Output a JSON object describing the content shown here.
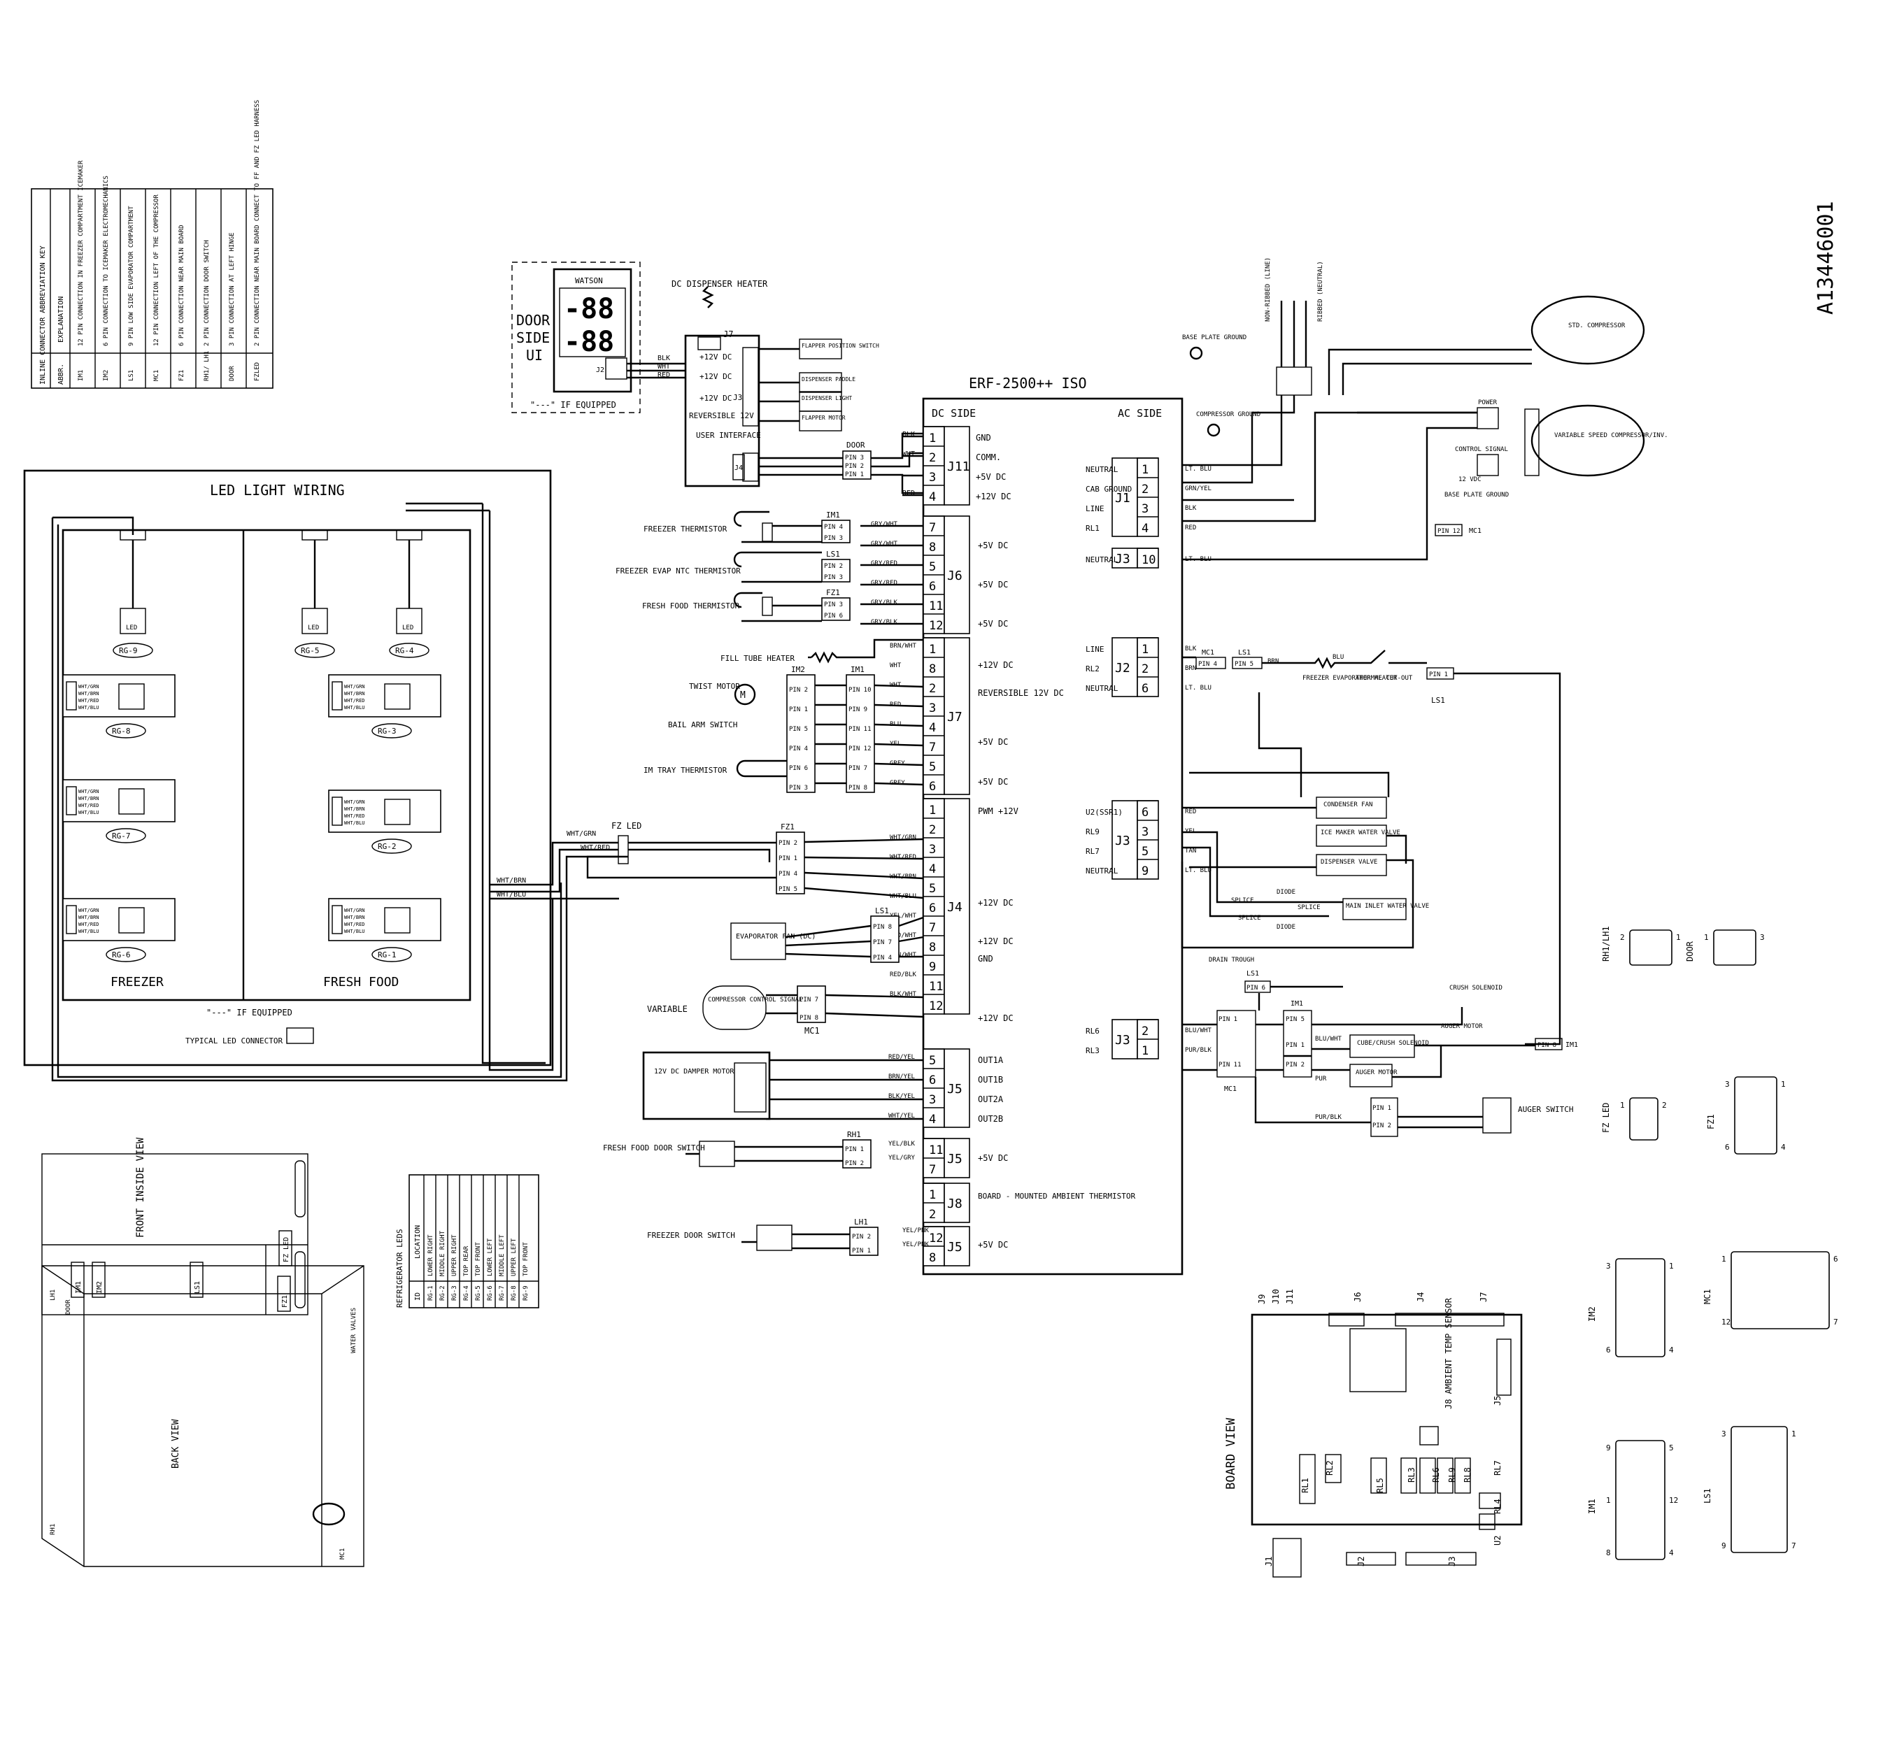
{
  "drawing_number": "A13446001",
  "board": {
    "title": "ERF-2500++ ISO",
    "dc_side": "DC SIDE",
    "ac_side": "AC SIDE",
    "j11": {
      "id": "J11",
      "pins": [
        {
          "n": "1",
          "label": "GND",
          "wire": "BLK"
        },
        {
          "n": "2",
          "label": "COMM.",
          "wire": "WHT"
        },
        {
          "n": "3",
          "label": "+5V DC",
          "wire": ""
        },
        {
          "n": "4",
          "label": "+12V DC",
          "wire": "RED"
        }
      ]
    },
    "j6": {
      "id": "J6",
      "pins": [
        {
          "n": "7",
          "wire": "GRY/WHT"
        },
        {
          "n": "8",
          "wire": "GRY/WHT"
        },
        {
          "n": "5",
          "wire": "GRY/RED"
        },
        {
          "n": "6",
          "wire": "GRY/RED"
        },
        {
          "n": "11",
          "wire": "GRY/BLK"
        },
        {
          "n": "12",
          "wire": "GRY/BLK"
        }
      ],
      "labels": [
        "+5V DC",
        "+5V DC",
        "+5V DC"
      ]
    },
    "j7": {
      "id": "J7",
      "pins": [
        "1",
        "8",
        "2",
        "3",
        "4",
        "7",
        "5",
        "6"
      ],
      "labels": [
        "+12V DC",
        "REVERSIBLE 12V DC",
        "+5V DC",
        "+5V DC"
      ],
      "wires": [
        "BRN/WHT",
        "WHT",
        "WHT",
        "RED",
        "BLU",
        "YEL",
        "GREY",
        "GREY"
      ]
    },
    "j4": {
      "id": "J4",
      "pins": [
        "1",
        "2",
        "3",
        "4",
        "5",
        "6",
        "7",
        "8",
        "9",
        "11",
        "12"
      ],
      "labels": [
        "PWM +12V",
        "+12V DC",
        "+12V DC",
        "GND",
        "+12V DC"
      ],
      "wires": [
        "WHT/GRN",
        "WHT/RED",
        "WHT/BRN",
        "WHT/BLU",
        "YEL/WHT",
        "RED/WHT",
        "BRN/WHT",
        "RED/BLK",
        "BLK/WHT"
      ]
    },
    "j5a": {
      "id": "J5",
      "pins": [
        "5",
        "6",
        "3",
        "4"
      ],
      "labels": [
        "OUT1A",
        "OUT1B",
        "OUT2A",
        "OUT2B"
      ],
      "wires": [
        "RED/YEL",
        "BRN/YEL",
        "BLK/YEL",
        "WHT/YEL"
      ]
    },
    "j5b": {
      "id": "J5",
      "pins": [
        "11",
        "7"
      ],
      "label": "+5V DC",
      "wires": [
        "YEL/BLK",
        "YEL/GRY"
      ]
    },
    "j8": {
      "id": "J8",
      "pins": [
        "1",
        "2"
      ],
      "label": "BOARD - MOUNTED AMBIENT THERMISTOR"
    },
    "j5c": {
      "id": "J5",
      "pins": [
        "12",
        "8"
      ],
      "label": "+5V DC",
      "wires": [
        "YEL/PNK",
        "YEL/PNK"
      ]
    },
    "j1": {
      "id": "J1",
      "pins": [
        "1",
        "2",
        "3",
        "4"
      ],
      "labels": [
        "NEUTRAL",
        "CAB GROUND",
        "LINE",
        "RL1"
      ],
      "wires": [
        "LT. BLU",
        "GRN/YEL",
        "BLK",
        "RED"
      ]
    },
    "j3a": {
      "id": "J3",
      "pins": [
        "10"
      ],
      "labels": [
        "NEUTRAL"
      ],
      "wires": [
        "LT. BLU"
      ]
    },
    "j2": {
      "id": "J2",
      "pins": [
        "1",
        "2",
        "6"
      ],
      "labels": [
        "LINE",
        "RL2",
        "NEUTRAL"
      ],
      "wires": [
        "BLK",
        "BRN",
        "LT. BLU"
      ]
    },
    "j3b": {
      "id": "J3",
      "pins": [
        "6",
        "3",
        "5",
        "9"
      ],
      "labels": [
        "U2(SSR1)",
        "RL9",
        "RL7",
        "NEUTRAL"
      ],
      "wires": [
        "RED",
        "YEL",
        "TAN",
        "LT. BLU"
      ]
    },
    "j3c": {
      "id": "J3",
      "pins": [
        "2",
        "1"
      ],
      "labels": [
        "RL6",
        "RL3"
      ],
      "wires": [
        "BLU/WHT",
        "PUR/BLK"
      ]
    }
  },
  "abbreviation_key": {
    "title": "INLINE CONNECTOR ABBREVIATION KEY",
    "headers": [
      "ABBR.",
      "EXPLANATION"
    ],
    "rows": [
      [
        "IM1",
        "12 PIN CONNECTION IN FREEZER COMPARTMENT ICEMAKER"
      ],
      [
        "IM2",
        "6 PIN CONNECTION TO ICEMAKER ELECTROMECHANICS"
      ],
      [
        "LS1",
        "9 PIN LOW SIDE EVAPORATOR COMPARTMENT"
      ],
      [
        "MC1",
        "12 PIN CONNECTION LEFT OF THE COMPRESSOR"
      ],
      [
        "FZ1",
        "6 PIN CONNECTION NEAR MAIN BOARD"
      ],
      [
        "RH1/ LH1",
        "2 PIN CONNECTION DOOR SWITCH"
      ],
      [
        "DOOR",
        "3 PIN CONNECTION AT LEFT HINGE"
      ],
      [
        "FZLED",
        "2 PIN CONNECTION NEAR MAIN BOARD CONNECT TO FF AND FZ LED HARNESS"
      ]
    ]
  },
  "door_ui": {
    "title": "DOOR SIDE UI",
    "brand": "WATSON",
    "digits1": "-88",
    "digits2": "-88",
    "connector": "J2",
    "note": "\"---\" IF EQUIPPED"
  },
  "user_interface": {
    "header": "DC DISPENSER HEATER",
    "connector": "J7",
    "rows": [
      "+12V DC",
      "+12V DC",
      "+12V DC",
      "REVERSIBLE 12V"
    ],
    "label": "USER INTERFACE",
    "wires": [
      "BLK",
      "WHT",
      "RED"
    ],
    "j3": "J3",
    "j4": "J4",
    "switches": [
      "FLAPPER POSITION SWITCH",
      "DISPENSER PADDLE",
      "DISPENSER LIGHT",
      "FLAPPER MOTOR"
    ],
    "door_connector": {
      "name": "DOOR",
      "pins": [
        "PIN 3",
        "PIN 2",
        "PIN 1"
      ]
    }
  },
  "led_wiring": {
    "title": "LED LIGHT WIRING",
    "freezer": "FREEZER",
    "fresh_food": "FRESH FOOD",
    "led": "LED",
    "note": "\"---\" IF EQUIPPED",
    "typical": "TYPICAL LED CONNECTOR",
    "modules": [
      "RG-9",
      "RG-5",
      "RG-4",
      "RG-8",
      "RG-3",
      "RG-7",
      "RG-2",
      "RG-6",
      "RG-1"
    ],
    "wires": [
      "WHT/GRN",
      "WHT/BRN",
      "WHT/RED",
      "WHT/BLU"
    ],
    "fz_led": "FZ LED"
  },
  "components": {
    "freezer_thermistor": "FREEZER THERMISTOR",
    "freezer_evap_ntc": "FREEZER EVAP NTC THERMISTOR",
    "fresh_food_thermistor": "FRESH FOOD THERMISTOR",
    "fill_tube_heater": "FILL TUBE HEATER",
    "twist_motor": "TWIST MOTOR",
    "bail_arm_switch": "BAIL ARM SWITCH",
    "im_tray_thermistor": "IM TRAY THERMISTOR",
    "evaporator_fan": "EVAPORATOR FAN (DC)",
    "variable": "VARIABLE",
    "compressor_control_signal": "COMPRESSOR CONTROL SIGNAL",
    "damper_motor": "12V DC DAMPER MOTOR",
    "fresh_food_door_switch": "FRESH FOOD DOOR SWITCH",
    "freezer_door_switch": "FREEZER DOOR SWITCH",
    "m": "M"
  },
  "inline": {
    "im1": "IM1",
    "ls1": "LS1",
    "fz1": "FZ1",
    "im2": "IM2",
    "mc1": "MC1",
    "rh1": "RH1",
    "lh1": "LH1",
    "im1_pins": [
      "PIN 4",
      "PIN 3"
    ],
    "ls1_pins": [
      "PIN 2",
      "PIN 3"
    ],
    "fz1_pins": [
      "PIN 3",
      "PIN 6"
    ],
    "im2_pins": [
      "PIN 2",
      "PIN 1",
      "PIN 5",
      "PIN 4",
      "PIN 6",
      "PIN 3"
    ],
    "im1b_pins": [
      "PIN 10",
      "PIN 9",
      "PIN 11",
      "PIN 12",
      "PIN 7",
      "PIN 8"
    ],
    "fz1b_pins": [
      "PIN 2",
      "PIN 1",
      "PIN 4",
      "PIN 5"
    ],
    "ls1b_pins": [
      "PIN 8",
      "PIN 7",
      "PIN 4"
    ],
    "mc1_pins": [
      "PIN 7",
      "PIN 8"
    ],
    "rh1_pins": [
      "PIN 1",
      "PIN 2"
    ],
    "lh1_pins": [
      "PIN 2",
      "PIN 1"
    ]
  },
  "ac": {
    "base_plate_ground": "BASE PLATE GROUND",
    "non_ribbed": "NON-RIBBED (LINE)",
    "ribbed": "RIBBED (NEUTRAL)",
    "std_compressor": "STD. COMPRESSOR",
    "compressor_ground": "COMPRESSOR GROUND",
    "power": "POWER",
    "control_signal": "CONTROL SIGNAL",
    "twelve_vdc": "12 VDC",
    "vs_compressor": "VARIABLE SPEED COMPRESSOR/INV.",
    "base_plate_ground2": "BASE PLATE GROUND",
    "red": "RED",
    "lt_blu": "LT. BLU",
    "blk": "BLK",
    "grn_yel": "GRN/YEL",
    "pin12_mc1": "PIN 12",
    "mc1": "MC1",
    "freezer_evap_heater": "FREEZER EVAPORATOR HEATER",
    "thermal_cutout": "THERMAL CUT-OUT",
    "ls1": "LS1",
    "pin1": "PIN 1",
    "pin4": "PIN 4",
    "pin5": "PIN 5",
    "brn": "BRN",
    "blu": "BLU",
    "condenser_fan": "CONDENSER FAN",
    "ice_maker_valve": "ICE MAKER WATER VALVE",
    "dispenser_valve": "DISPENSER VALVE",
    "main_inlet_valve": "MAIN INLET WATER VALVE",
    "splice": "SPLICE",
    "diode": "DIODE",
    "drain_trough": "DRAIN TROUGH",
    "pin6": "PIN 6",
    "crush_solenoid": "CRUSH SOLENOID",
    "auger_motor": "AUGER MOTOR",
    "cube_crush_solenoid": "CUBE/CRUSH SOLENOID",
    "auger_motor_box": "AUGER MOTOR",
    "auger_switch": "AUGER SWITCH",
    "pin8_im1": "PIN 8",
    "im1": "IM1",
    "pur": "PUR",
    "pur_blk": "PUR/BLK",
    "blu_wht": "BLU/WHT",
    "pin5_im1": "PIN 5",
    "pin2": "PIN 2",
    "pin11": "PIN 11"
  },
  "connector_views": [
    {
      "name": "RH1/LH1",
      "pins": [
        "2",
        "1"
      ]
    },
    {
      "name": "DOOR",
      "pins": [
        "1",
        "3"
      ]
    },
    {
      "name": "FZ LED",
      "pins": [
        "1",
        "2"
      ]
    },
    {
      "name": "FZ1",
      "pins": [
        "3",
        "1",
        "6",
        "4"
      ]
    },
    {
      "name": "IM2",
      "pins": [
        "3",
        "1",
        "6",
        "4"
      ]
    },
    {
      "name": "MC1",
      "pins": [
        "1",
        "6",
        "12",
        "7"
      ]
    },
    {
      "name": "IM1",
      "pins": [
        "9",
        "5",
        "1",
        "12",
        "8",
        "4"
      ]
    },
    {
      "name": "LS1",
      "pins": [
        "3",
        "1",
        "9",
        "7"
      ]
    }
  ],
  "refrigerator_leds": {
    "title": "REFRIGERATOR LEDS",
    "headers": [
      "ID",
      "LOCATION"
    ],
    "rows": [
      [
        "RG-1",
        "LOWER RIGHT"
      ],
      [
        "RG-2",
        "MIDDLE RIGHT"
      ],
      [
        "RG-3",
        "UPPER RIGHT"
      ],
      [
        "RG-4",
        "TOP REAR"
      ],
      [
        "RG-5",
        "TOP FRONT"
      ],
      [
        "RG-6",
        "LOWER LEFT"
      ],
      [
        "RG-7",
        "MIDDLE LEFT"
      ],
      [
        "RG-8",
        "UPPER LEFT"
      ],
      [
        "RG-9",
        "TOP FRONT"
      ]
    ]
  },
  "views": {
    "front_inside": "FRONT INSIDE VIEW",
    "front_labels": [
      "IM1",
      "IM2",
      "LS1",
      "FZ1",
      "FZ LED"
    ],
    "back": "BACK VIEW",
    "back_labels": [
      "LH1",
      "DOOR",
      "WATER VALVES",
      "RH1",
      "MC1"
    ],
    "board_view": "BOARD VIEW",
    "board_labels": [
      "J9",
      "J10",
      "J11",
      "J6",
      "J4",
      "J7",
      "J8 AMBIENT TEMP SENSOR",
      "J5",
      "RL1",
      "RL2",
      "RL5",
      "RL3",
      "RL6",
      "RL9",
      "RL8",
      "RL7",
      "RL4",
      "U2",
      "J1",
      "J2",
      "J3"
    ]
  }
}
